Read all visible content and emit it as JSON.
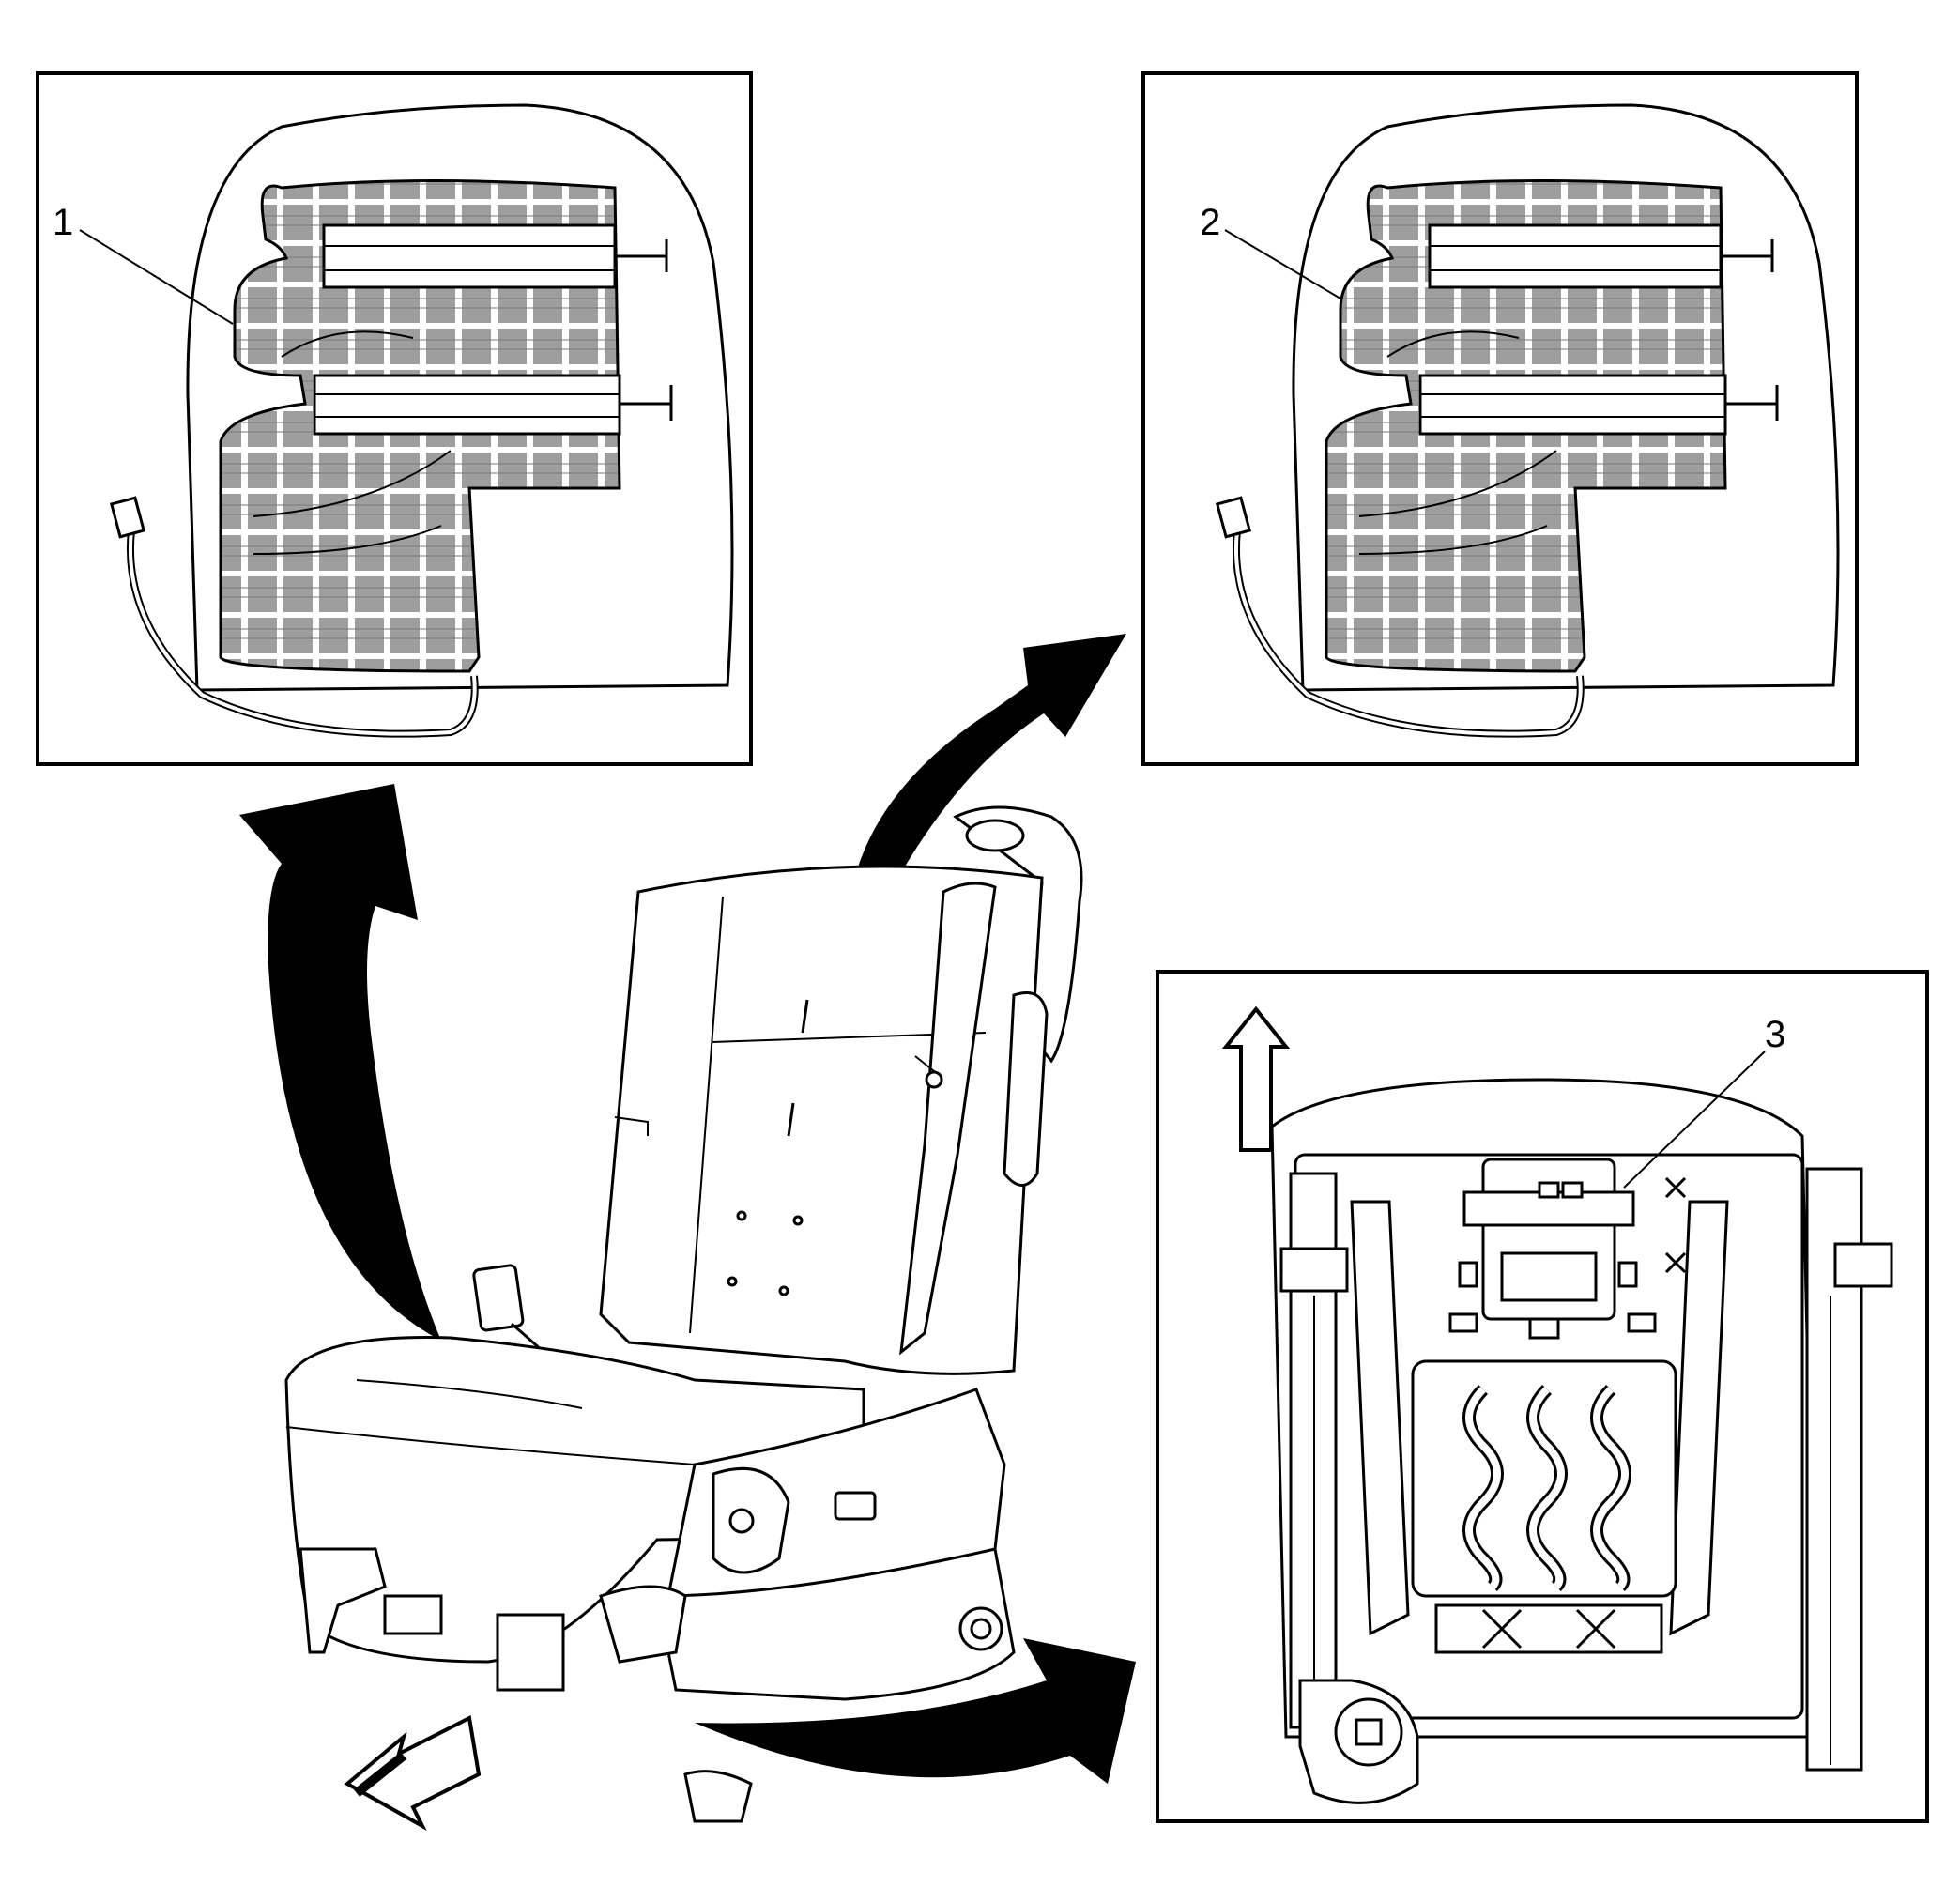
{
  "callouts": {
    "callout_1": "1",
    "callout_2": "2",
    "callout_3": "3"
  },
  "colors": {
    "ink": "#000000",
    "paper": "#ffffff",
    "pad_fill": "#9a9a9a"
  },
  "icons": {
    "direction_arrow": "up-arrow-icon",
    "forward_arrow": "left-arrow-icon"
  }
}
